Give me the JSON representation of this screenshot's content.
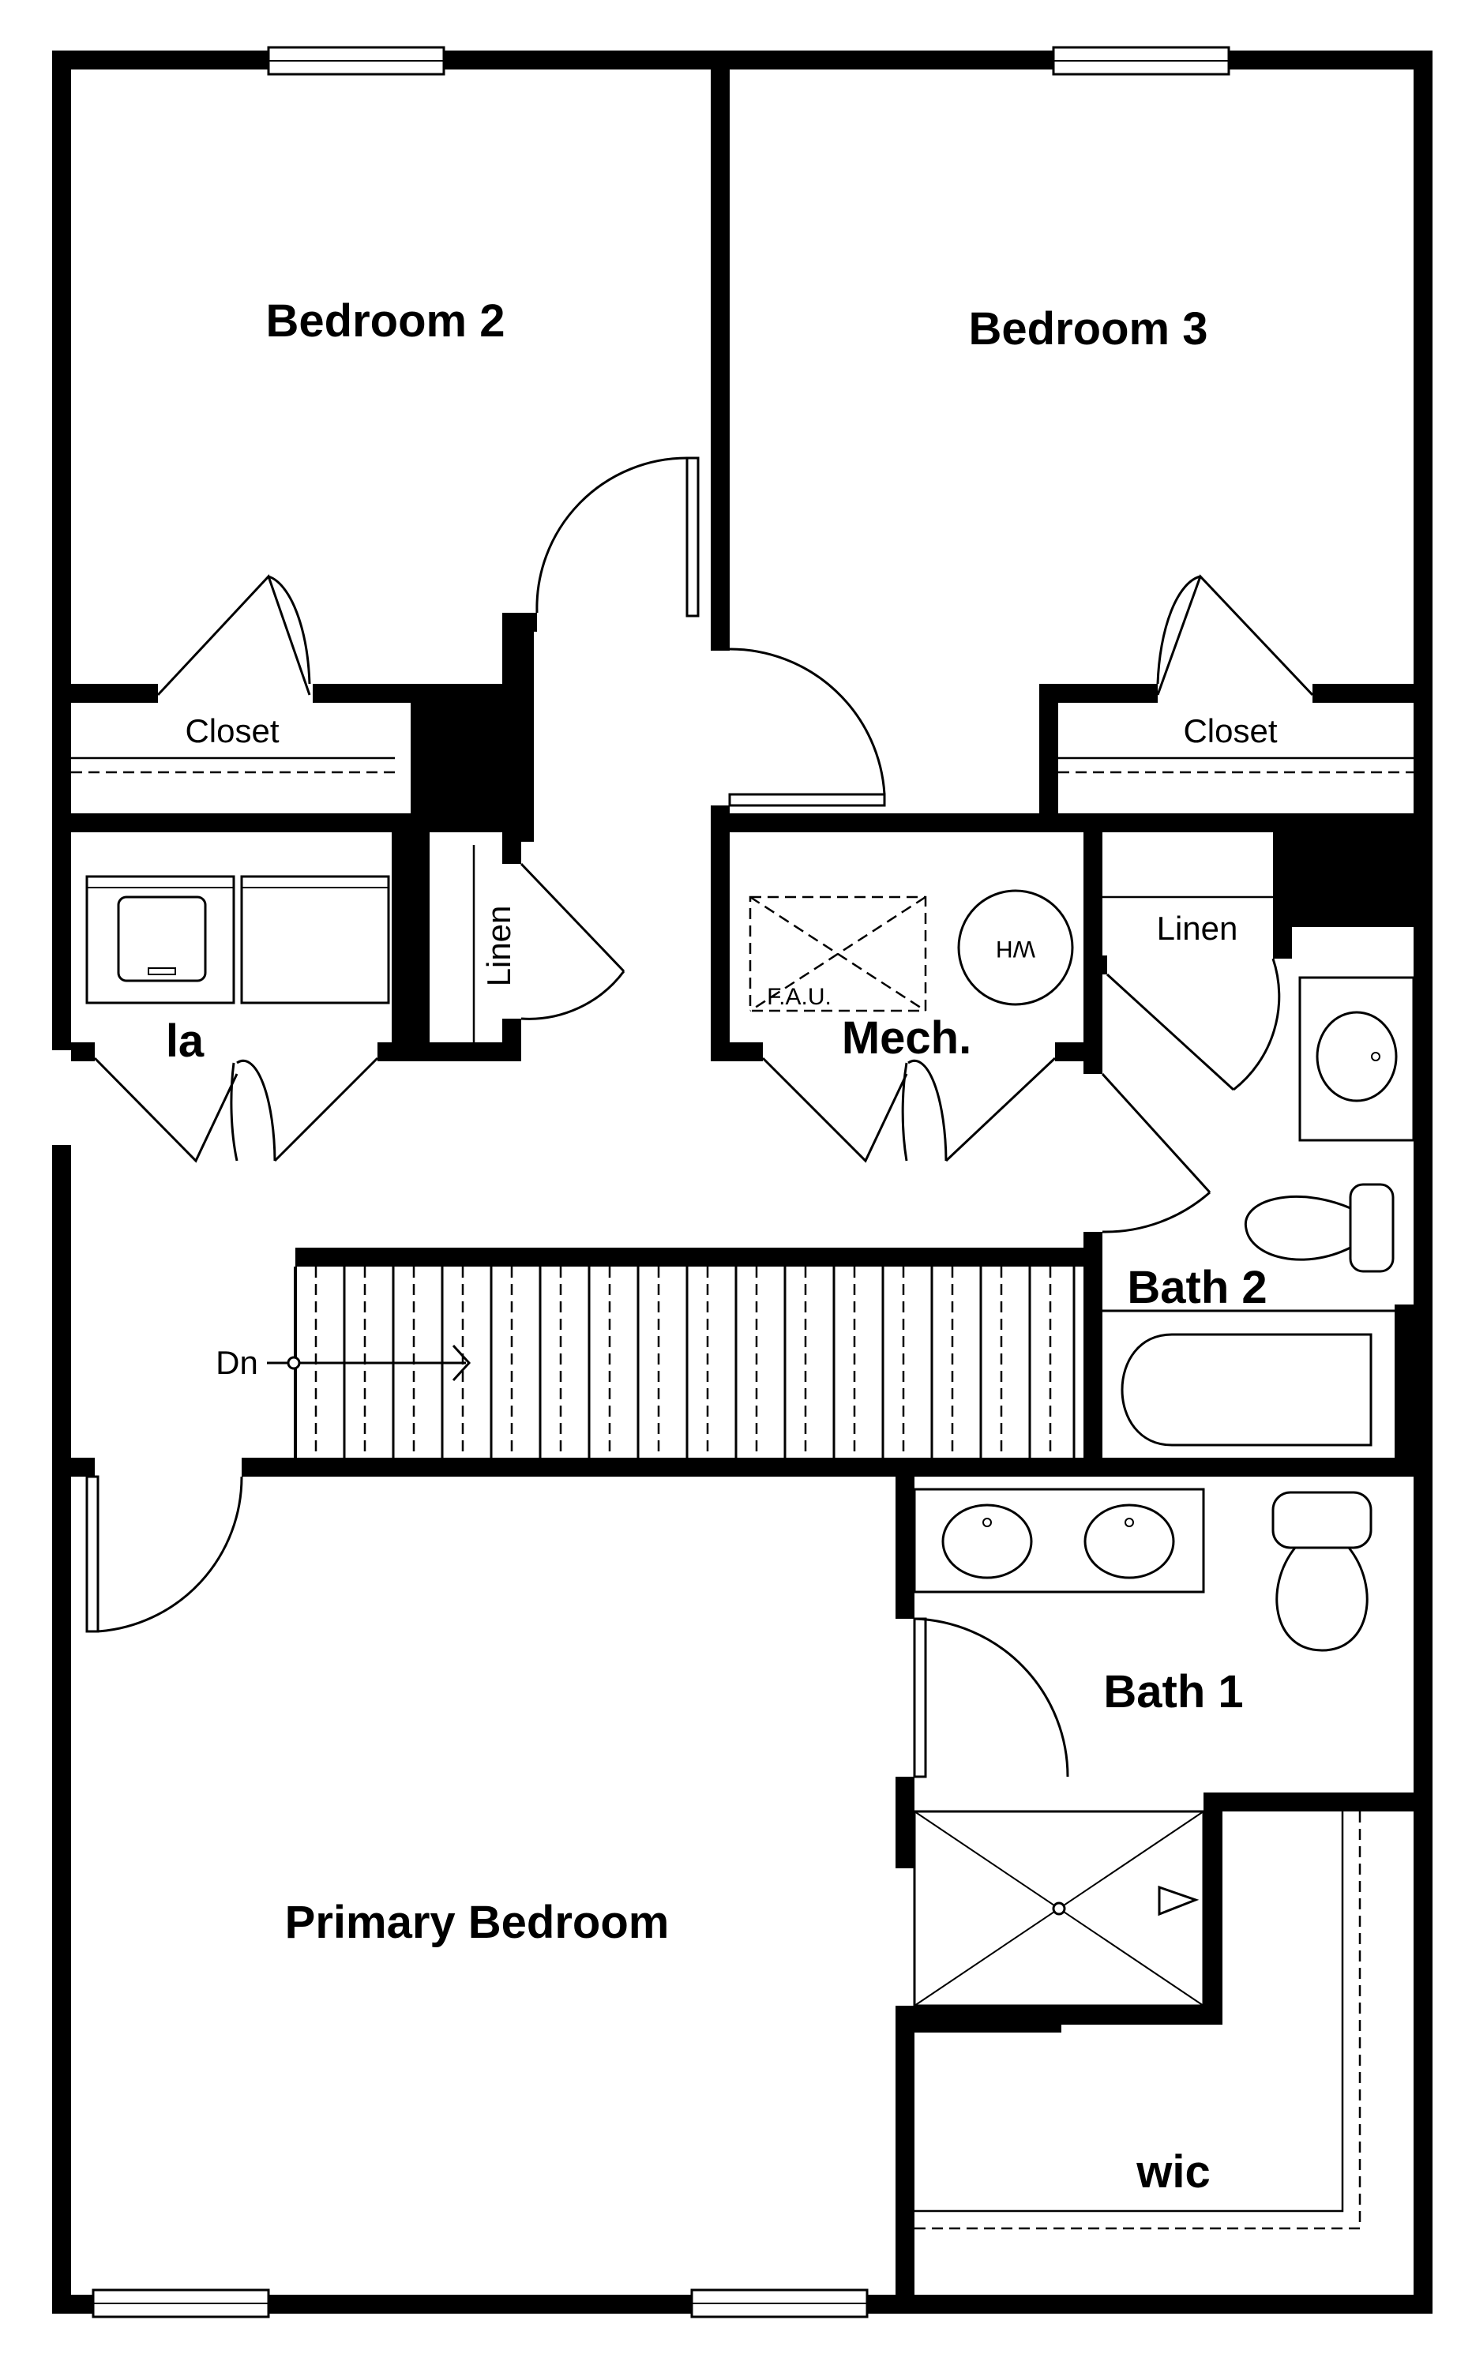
{
  "floor_plan": {
    "rooms": {
      "bedroom_2": "Bedroom 2",
      "bedroom_3": "Bedroom 3",
      "closet_left": "Closet",
      "closet_right": "Closet",
      "laundry": "la",
      "linen_left": "Linen",
      "mechanical": "Mech.",
      "fau": "F.A.U.",
      "water_heater": "WH",
      "linen_right": "Linen",
      "bath_2": "Bath 2",
      "stairs_down": "Dn",
      "bath_1": "Bath 1",
      "primary_bedroom": "Primary Bedroom",
      "walk_in_closet": "wic"
    },
    "colors": {
      "wall": "#000000",
      "background": "#ffffff"
    }
  }
}
